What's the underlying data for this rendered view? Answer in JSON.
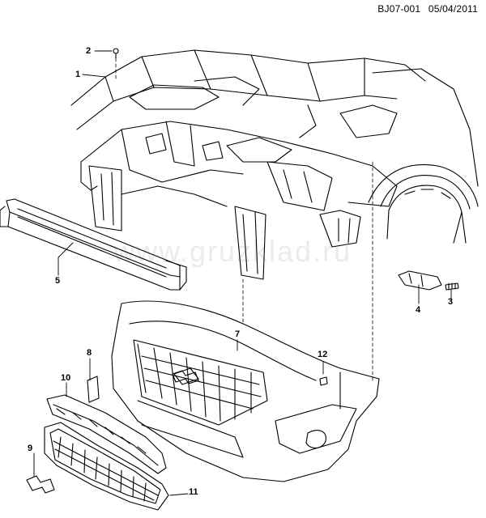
{
  "header": {
    "doc_code": "BJ07-001",
    "date": "05/04/2011"
  },
  "watermark": "www.gruzklad.ru",
  "callouts": {
    "c1": "1",
    "c2": "2",
    "c3": "3",
    "c4": "4",
    "c5": "5",
    "c7": "7",
    "c8": "8",
    "c9": "9",
    "c10": "10",
    "c11": "11",
    "c12": "12"
  }
}
